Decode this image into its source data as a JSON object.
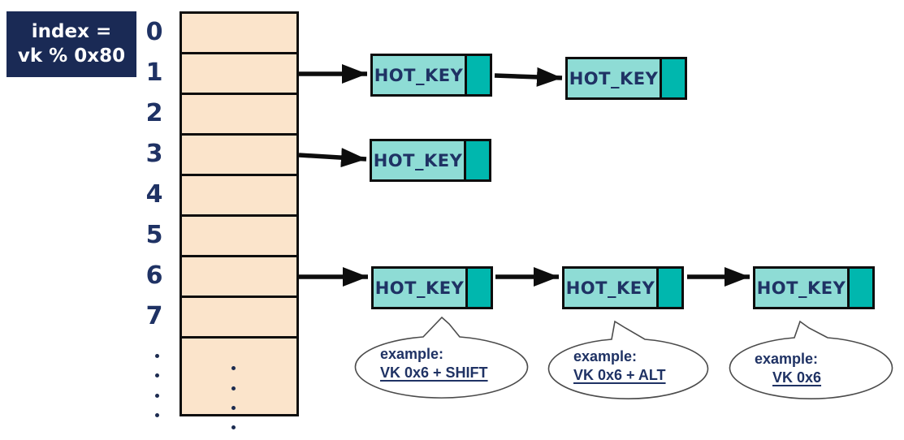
{
  "title_box": {
    "line1": "index =",
    "line2": "vk % 0x80"
  },
  "array": {
    "indices": [
      "0",
      "1",
      "2",
      "3",
      "4",
      "5",
      "6",
      "7"
    ]
  },
  "lists": [
    {
      "bucket_index": "1",
      "nodes": [
        {
          "label": "HOT_KEY"
        },
        {
          "label": "HOT_KEY"
        }
      ]
    },
    {
      "bucket_index": "3",
      "nodes": [
        {
          "label": "HOT_KEY"
        }
      ]
    },
    {
      "bucket_index": "6",
      "nodes": [
        {
          "label": "HOT_KEY"
        },
        {
          "label": "HOT_KEY"
        },
        {
          "label": "HOT_KEY"
        }
      ]
    }
  ],
  "callouts": [
    {
      "label": "example:",
      "value": "VK 0x6 + SHIFT"
    },
    {
      "label": "example:",
      "value": "VK 0x6 + ALT"
    },
    {
      "label": "example:",
      "value": "VK 0x6"
    }
  ],
  "colors": {
    "navy_box": "#1a2a55",
    "text_navy": "#1f3264",
    "peach": "#fbe4cb",
    "teal_light": "#8edcd5",
    "teal_dark": "#00b7ae",
    "outline": "#0d0d0d",
    "bubble_outline": "#4b4b4b"
  }
}
